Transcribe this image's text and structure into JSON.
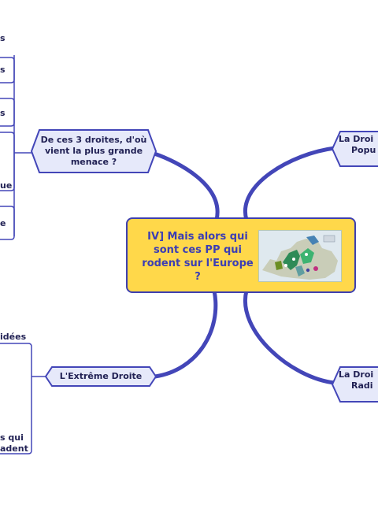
{
  "central": {
    "title": "IV] Mais alors qui sont ces PP qui rodent sur l'Europe ?",
    "image_icon": "europe-map-icon"
  },
  "topics": {
    "menace": "De ces 3 droites, d'où vient la plus grande menace ?",
    "extreme_droite": "L'Extrême Droite",
    "droite_populiste": "La Droi­ Popu",
    "droite_radicale": "La Droi Radi"
  },
  "right_topics": {
    "populiste_line1": "La Droi",
    "populiste_line2": "Popu",
    "radicale_line1": "La Droi",
    "radicale_line2": "Radi"
  },
  "leaves": {
    "menace_children": [
      "s",
      "s",
      "s",
      "ue",
      "e"
    ],
    "extreme_children": [
      "idées",
      "s qui",
      "adent"
    ]
  },
  "colors": {
    "connector": "#4346b8",
    "topic_fill": "#e6e9fa",
    "central_fill": "#ffd84a",
    "text": "#222255"
  }
}
